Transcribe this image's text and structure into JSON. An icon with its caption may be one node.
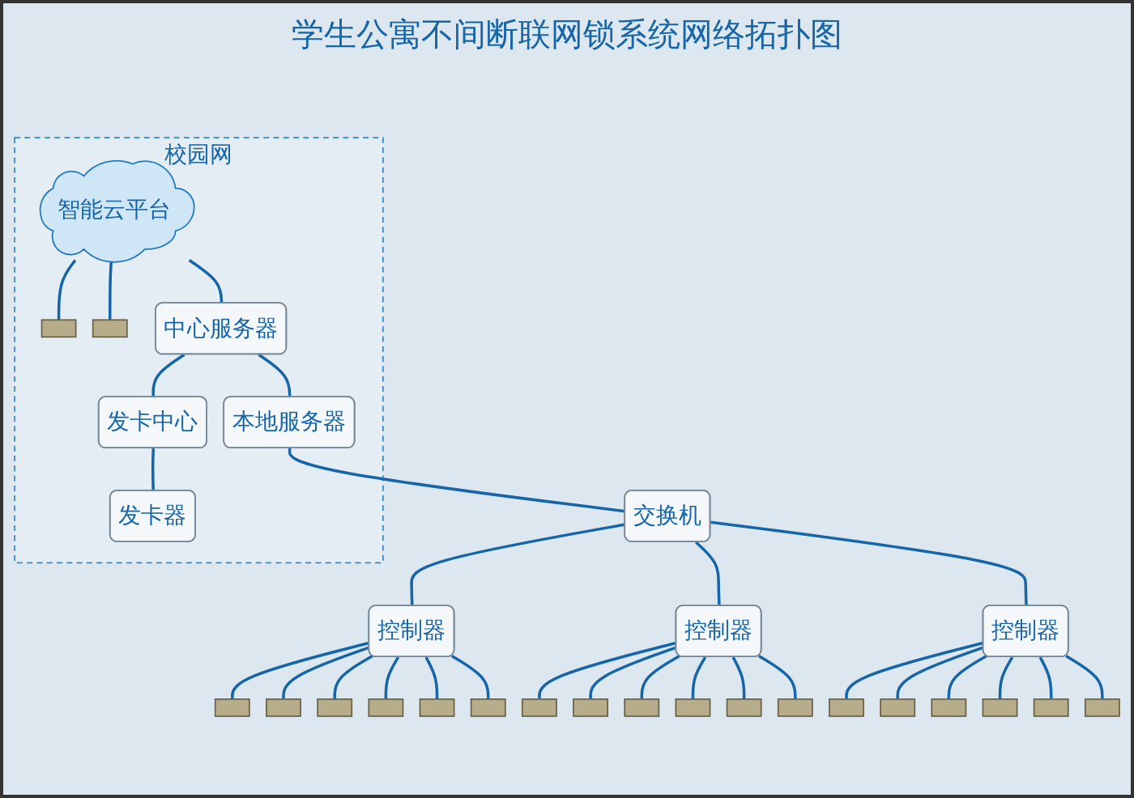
{
  "diagram": {
    "title": "学生公寓不间断联网锁系统网络拓扑图",
    "nodes": [
      {
        "text": [
          "校园网"
        ]
      },
      {
        "text": [
          "智能云平台"
        ],
        "in": 0
      },
      {
        "text": [],
        "shape": "box",
        "in": 0
      },
      {
        "text": [],
        "shape": "box",
        "in": 0
      },
      {
        "text": [
          "中心服务器"
        ],
        "in": 0
      },
      {
        "text": [
          "本地服务器"
        ],
        "in": 0
      },
      {
        "text": [
          "发卡中心"
        ],
        "in": 0
      },
      {
        "text": [
          "发卡器"
        ],
        "in": 0
      },
      {
        "text": [
          "交换机"
        ]
      },
      {
        "text": [
          "控制器"
        ]
      },
      {
        "text": [],
        "shape": "box"
      },
      {
        "text": [],
        "shape": "box"
      },
      {
        "text": [],
        "shape": "box"
      },
      {
        "text": [],
        "shape": "box"
      },
      {
        "text": [],
        "shape": "box"
      },
      {
        "text": [],
        "shape": "box"
      },
      {
        "text": [
          "控制器"
        ]
      },
      {
        "text": [],
        "shape": "box"
      },
      {
        "text": [],
        "shape": "box"
      },
      {
        "text": [],
        "shape": "box"
      },
      {
        "text": [],
        "shape": "box"
      },
      {
        "text": [],
        "shape": "box"
      },
      {
        "text": [],
        "shape": "box"
      },
      {
        "text": [
          "控制器"
        ]
      },
      {
        "text": [],
        "shape": "box"
      },
      {
        "text": [],
        "shape": "box"
      },
      {
        "text": [],
        "shape": "box"
      },
      {
        "text": [],
        "shape": "box"
      },
      {
        "text": [],
        "shape": "box"
      },
      {
        "text": [],
        "shape": "box"
      }
    ],
    "edges": [
      {
        "from": 1,
        "to": 4,
        "arrow": "none"
      },
      {
        "from": 1,
        "to": 2,
        "arrow": "none"
      },
      {
        "from": 1,
        "to": 3,
        "arrow": "none"
      },
      {
        "from": 4,
        "to": 5,
        "arrow": "none"
      },
      {
        "from": 4,
        "to": 6,
        "arrow": "none"
      },
      {
        "from": 6,
        "to": 7,
        "arrow": "none"
      },
      {
        "from": 5,
        "to": 8,
        "arrow": "none"
      },
      {
        "from": 8,
        "to": 9,
        "arrow": "none"
      },
      {
        "from": 8,
        "to": 16,
        "arrow": "none"
      },
      {
        "from": 8,
        "to": 23,
        "arrow": "none"
      },
      {
        "from": 9,
        "to": 10,
        "arrow": "none"
      },
      {
        "from": 9,
        "to": 11,
        "arrow": "none"
      },
      {
        "from": 9,
        "to": 12,
        "arrow": "none"
      },
      {
        "from": 9,
        "to": 13,
        "arrow": "none"
      },
      {
        "from": 9,
        "to": 14,
        "arrow": "none"
      },
      {
        "from": 9,
        "to": 15,
        "arrow": "none"
      },
      {
        "from": 16,
        "to": 17,
        "arrow": "none"
      },
      {
        "from": 16,
        "to": 18,
        "arrow": "none"
      },
      {
        "from": 16,
        "to": 19,
        "arrow": "none"
      },
      {
        "from": 16,
        "to": 20,
        "arrow": "none"
      },
      {
        "from": 16,
        "to": 21,
        "arrow": "none"
      },
      {
        "from": 16,
        "to": 22,
        "arrow": "none"
      },
      {
        "from": 23,
        "to": 24,
        "arrow": "none"
      },
      {
        "from": 23,
        "to": 25,
        "arrow": "none"
      },
      {
        "from": 23,
        "to": 26,
        "arrow": "none"
      },
      {
        "from": 23,
        "to": 27,
        "arrow": "none"
      },
      {
        "from": 23,
        "to": 28,
        "arrow": "none"
      },
      {
        "from": 23,
        "to": 29,
        "arrow": "none"
      }
    ]
  }
}
